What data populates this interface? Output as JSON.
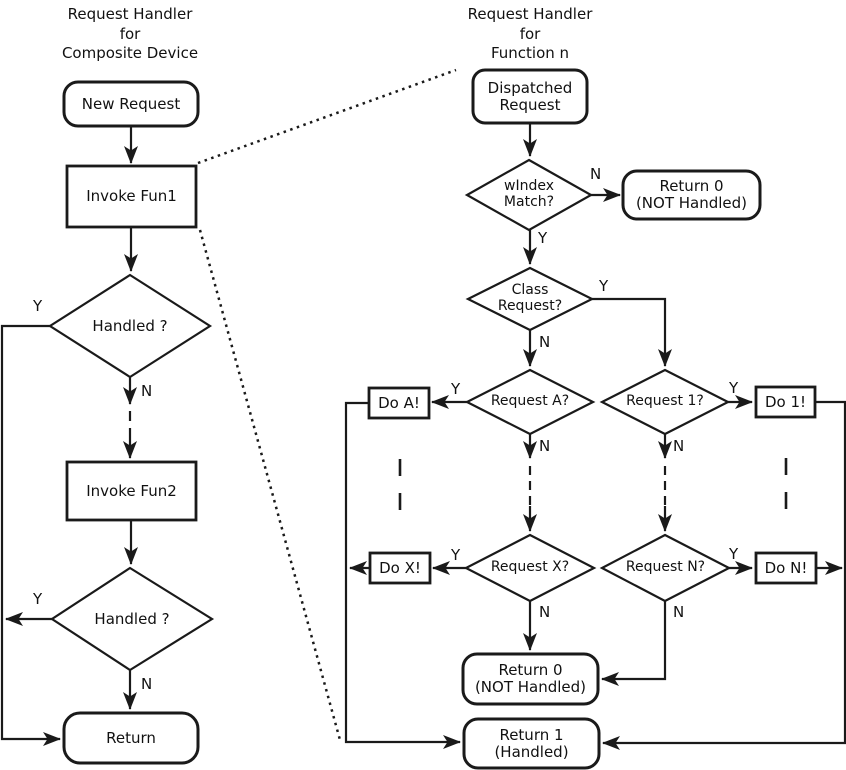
{
  "diagram": {
    "background_color": "#ffffff",
    "line_color": "#1a1a1a",
    "text_color": "#111111"
  },
  "labels": {
    "yes": "Y",
    "no": "N"
  },
  "left_chart": {
    "title": "Request Handler\nfor\nComposite Device",
    "nodes": {
      "new_request": "New Request",
      "invoke_fun1": "Invoke Fun1",
      "handled_1": "Handled ?",
      "invoke_fun2": "Invoke Fun2",
      "handled_2": "Handled ?",
      "return": "Return"
    }
  },
  "right_chart": {
    "title": "Request Handler\nfor\nFunction n",
    "nodes": {
      "dispatched_request": "Dispatched\nRequest",
      "windex_match": "wIndex\nMatch?",
      "return0_top": "Return 0\n(NOT Handled)",
      "class_request": "Class\nRequest?",
      "request_a": "Request A?",
      "request_1": "Request 1?",
      "do_a": "Do A!",
      "do_1": "Do 1!",
      "request_x": "Request X?",
      "request_n": "Request N?",
      "do_x": "Do X!",
      "do_n": "Do N!",
      "return0_bottom": "Return 0\n(NOT Handled)",
      "return1": "Return 1\n(Handled)"
    }
  }
}
